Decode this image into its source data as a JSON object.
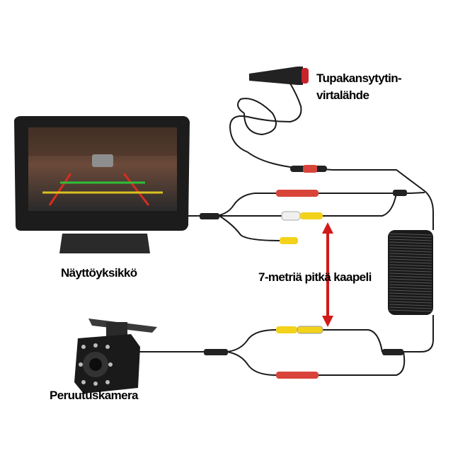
{
  "labels": {
    "power_line1": "Tupakansytytin-",
    "power_line2": "virtalähde",
    "monitor": "Näyttöyksikkö",
    "cable": "7-metriä pitkä kaapeli",
    "camera": "Peruutuskamera"
  },
  "colors": {
    "arrow": "#d11a1a",
    "rca_red": "#d9443a",
    "rca_yellow": "#f2d21b",
    "rca_white": "#f0f0ee",
    "cable": "#1a1a1a"
  }
}
